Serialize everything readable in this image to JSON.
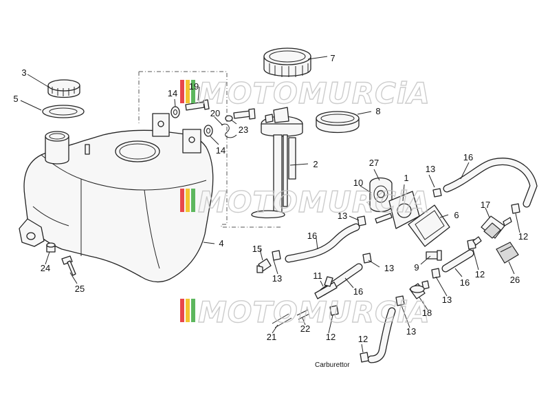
{
  "callouts": {
    "c1": "1",
    "c2": "2",
    "c3": "3",
    "c4": "4",
    "c5": "5",
    "c6": "6",
    "c7": "7",
    "c8": "8",
    "c9": "9",
    "c10": "10",
    "c11": "11",
    "c12": "12",
    "c13": "13",
    "c14": "14",
    "c15": "15",
    "c16": "16",
    "c17": "17",
    "c18": "18",
    "c19": "19",
    "c20": "20",
    "c21": "21",
    "c22": "22",
    "c23": "23",
    "c24": "24",
    "c25": "25",
    "c26": "26",
    "c27": "27"
  },
  "carburettor_label": "Carburettor",
  "watermark": {
    "brand": "MOTOMURCiA",
    "stripe_colors": [
      "#e8484b",
      "#f2c530",
      "#5db75e"
    ]
  }
}
